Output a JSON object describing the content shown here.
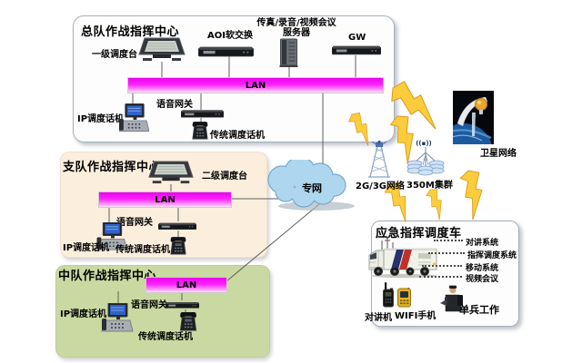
{
  "hq": {
    "title": "总队作战指挥中心",
    "console_label": "一级调度台",
    "aoi_label": "AOI软交换",
    "server_label_line1": "传真/录音/视频会议",
    "server_label_line2": "服务器",
    "gw_label": "GW",
    "lan_label": "LAN",
    "gateway_label": "语音网关",
    "ip_phone_label": "IP调度话机",
    "trad_phone_label": "传统调度话机"
  },
  "detachment": {
    "title": "支队作战指挥中心",
    "console_label": "二级调度台",
    "lan_label": "LAN",
    "gateway_label": "语音网关",
    "ip_phone_label": "IP调度话机",
    "trad_phone_label": "传统调度话机"
  },
  "squadron": {
    "title": "中队作战指挥中心",
    "lan_label": "LAN",
    "gateway_label": "语音网关",
    "ip_phone_label": "IP调度话机",
    "trad_phone_label": "传统调度话机"
  },
  "cloud": {
    "label": "专网"
  },
  "wireless": {
    "cellular_label": "2G/3G网络",
    "trunking_wave": "((▪))",
    "trunking_label": "350M集群",
    "satellite_label": "卫星网络"
  },
  "vehicle": {
    "title": "应急指挥调度车",
    "systems": [
      "对讲系统",
      "指挥调度系统",
      "移动系统",
      "视频会议"
    ],
    "radio_label": "对讲机",
    "wifi_label": "WIFI手机",
    "soldier_label": "单兵工作"
  },
  "colors": {
    "lan_bar": "#ff00ff",
    "cloud_fill": "#aed7ef",
    "lightning": "#fbcc3c",
    "hq_panel_bg": "#fdfdfe",
    "detachment_panel_bg": "#fceedd",
    "squadron_panel_bg": "#c9d9a1",
    "panel_border": "#a7b0ba"
  }
}
